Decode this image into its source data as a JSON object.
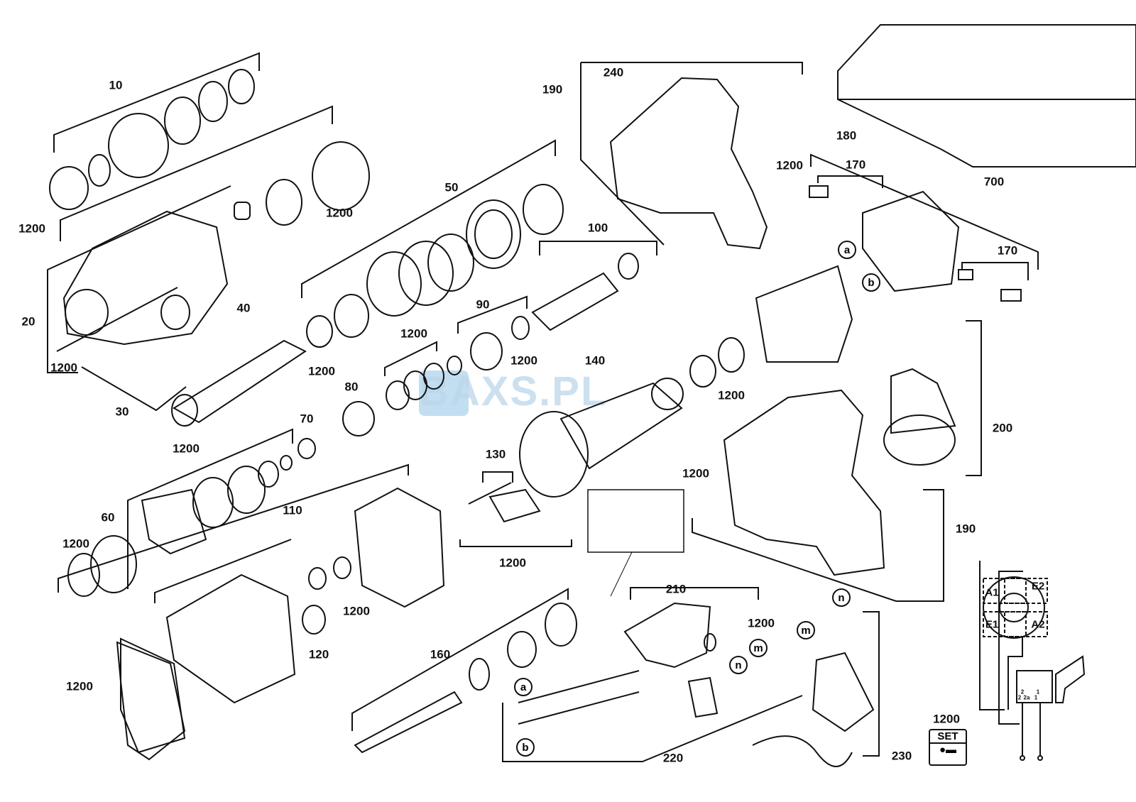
{
  "watermark": "BAXS.PL",
  "labels": [
    "10",
    "1200",
    "20",
    "1200",
    "30",
    "40",
    "1200",
    "50",
    "1200",
    "100",
    "90",
    "1200",
    "1200",
    "80",
    "70",
    "1200",
    "60",
    "1200",
    "110",
    "1200",
    "120",
    "1200",
    "130",
    "140",
    "1200",
    "160",
    "190",
    "240",
    "1200",
    "700",
    "180",
    "170",
    "170",
    "1200",
    "200",
    "1200",
    "190",
    "210",
    "1200",
    "220",
    "230",
    "1200"
  ],
  "circled": [
    "a",
    "b",
    "m",
    "n",
    "a",
    "b",
    "n",
    "m"
  ],
  "wiring": {
    "terminals": [
      "A1",
      "E2",
      "E1",
      "A2"
    ],
    "switch_pins": [
      "2",
      "2",
      "2a",
      "1",
      "1"
    ]
  },
  "set_kit": {
    "label": "SET"
  }
}
